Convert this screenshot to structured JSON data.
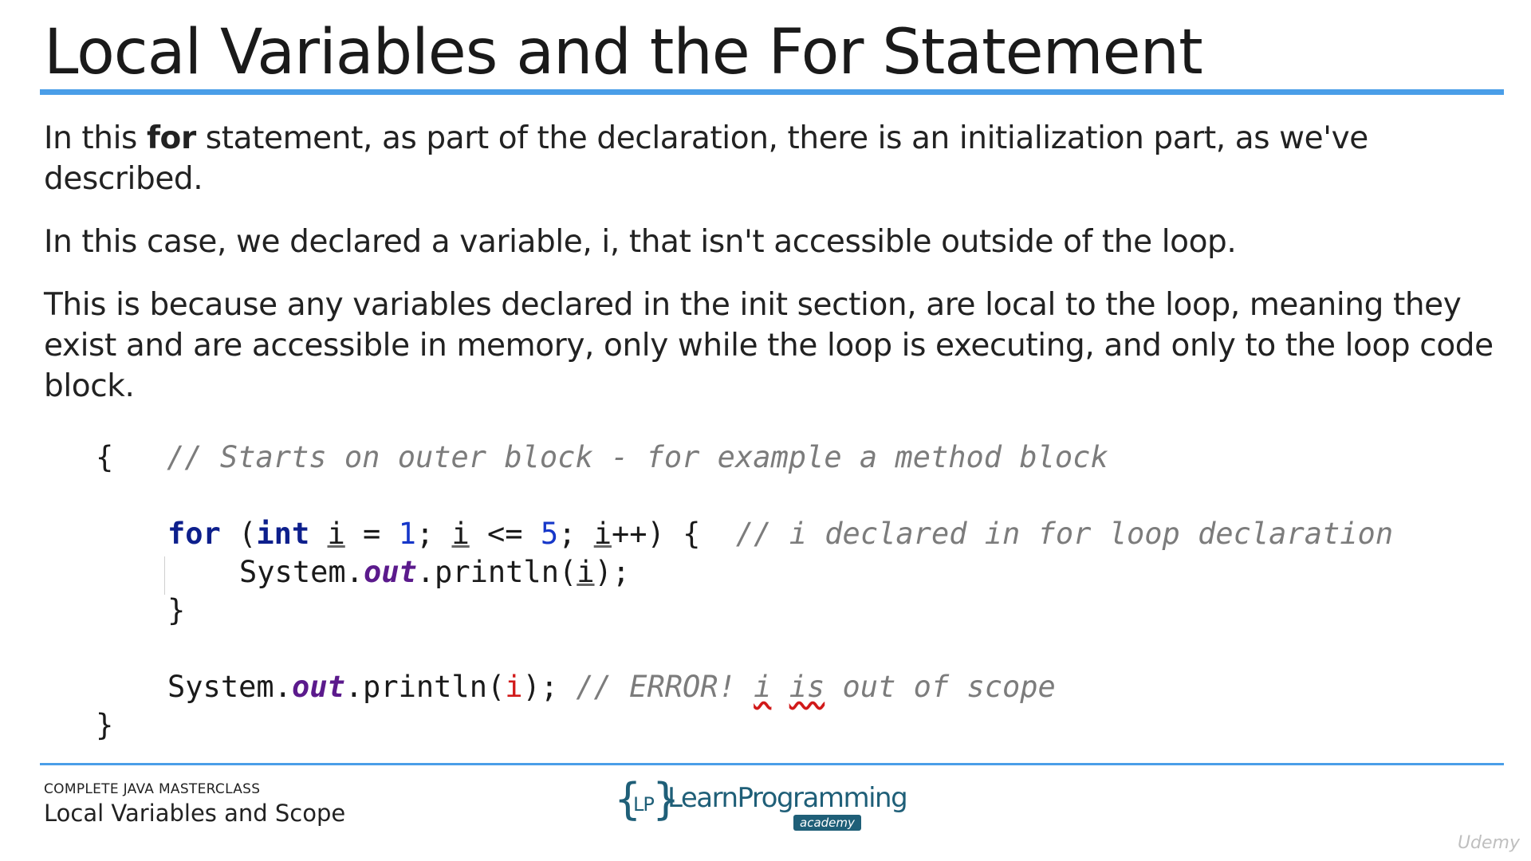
{
  "title": "Local Variables and the For Statement",
  "paragraphs": {
    "p1_before": "In this ",
    "p1_bold": "for",
    "p1_after": " statement, as part of the declaration, there is an initialization part, as we've described.",
    "p2": "In this case, we declared a variable, i, that isn't accessible outside of the loop.",
    "p3": "This is because any variables declared in the init section, are local to the loop, meaning they exist and are accessible in memory, only while the loop is executing, and only to the loop code block."
  },
  "code": {
    "line1_brace": "{",
    "line1_comment": "// Starts on outer block - for example a method block",
    "line3": {
      "kw_for": "for",
      "paren_open": " (",
      "kw_int": "int",
      "sp": " ",
      "var1": "i",
      "assign": " = ",
      "num1": "1",
      "semi1": "; ",
      "var2": "i",
      "cmp": " <= ",
      "num5": "5",
      "semi2": "; ",
      "var3": "i",
      "incr": "++) {  ",
      "comment": "// i declared in for loop declaration"
    },
    "line4": {
      "system": "System.",
      "out": "out",
      "println": ".println(",
      "var": "i",
      "close": ");"
    },
    "line5": "}",
    "line7": {
      "system": "System.",
      "out": "out",
      "println": ".println(",
      "var_err": "i",
      "close": "); ",
      "comment_a": "// ERROR! ",
      "comment_i": "i",
      "comment_sp": " ",
      "comment_is": "is",
      "comment_b": " out of scope"
    },
    "line8": "}"
  },
  "footer": {
    "course": "COMPLETE JAVA MASTERCLASS",
    "lecture": "Local Variables and Scope",
    "logo": {
      "brace_left": "{",
      "lp": "LP",
      "brace_right": "}",
      "name": "LearnProgramming",
      "sub": "academy"
    },
    "watermark": "Udemy"
  },
  "colors": {
    "accent_rule": "#4a9ee8",
    "keyword": "#0d1f8c",
    "number": "#1637c9",
    "field": "#5b1a8c",
    "comment": "#7c7c7c",
    "error": "#d11a1a",
    "logo": "#1f5f78"
  }
}
